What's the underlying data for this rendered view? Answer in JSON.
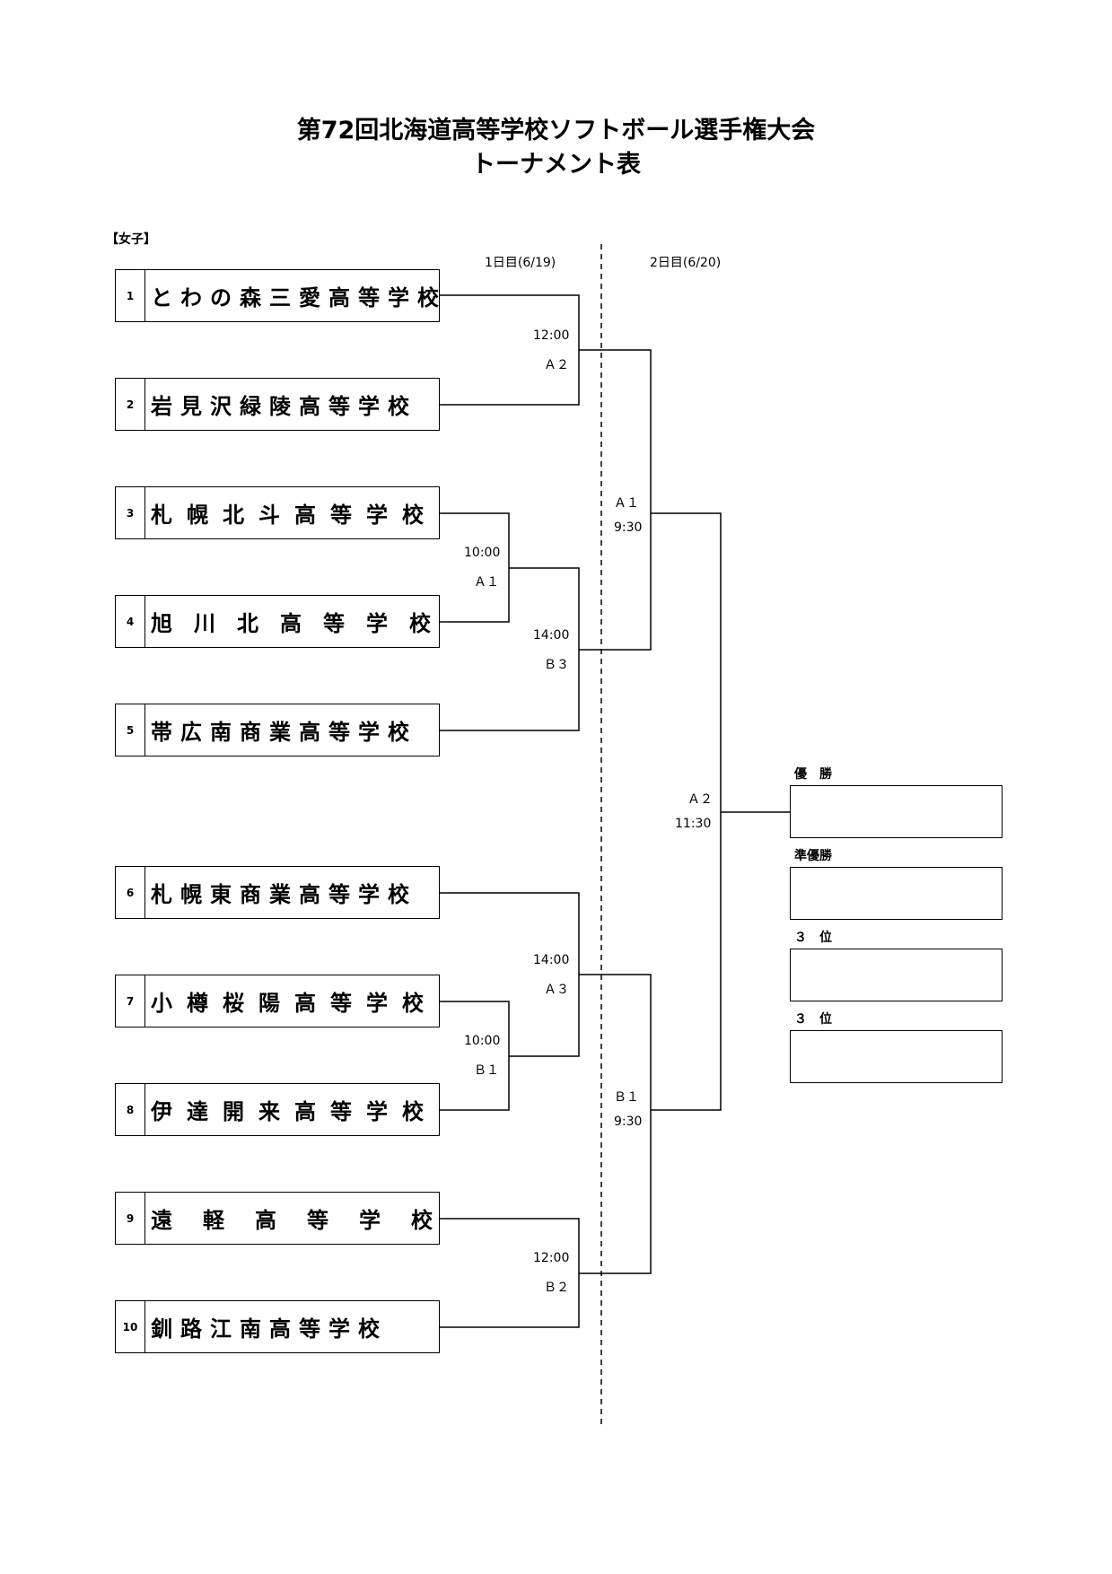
{
  "title": {
    "line1": "第72回北海道高等学校ソフトボール選手権大会",
    "line2": "トーナメント表"
  },
  "section_label": "【女子】",
  "days": {
    "day1": "1日目(6/19)",
    "day2": "2日目(6/20)"
  },
  "teams": [
    {
      "num": "1",
      "name": "とわの森三愛高等学校"
    },
    {
      "num": "2",
      "name": "岩見沢緑陵高等学校"
    },
    {
      "num": "3",
      "name": "札幌北斗高等学校"
    },
    {
      "num": "4",
      "name": "旭川北高等学校"
    },
    {
      "num": "5",
      "name": "帯広南商業高等学校"
    },
    {
      "num": "6",
      "name": "札幌東商業高等学校"
    },
    {
      "num": "7",
      "name": "小樽桜陽高等学校"
    },
    {
      "num": "8",
      "name": "伊達開来高等学校"
    },
    {
      "num": "9",
      "name": "遠軽高等学校"
    },
    {
      "num": "10",
      "name": "釧路江南高等学校"
    }
  ],
  "matches": {
    "m_1_2": {
      "time": "12:00",
      "court": "Ａ２"
    },
    "m_3_4": {
      "time": "10:00",
      "court": "Ａ１"
    },
    "m_34_5": {
      "time": "14:00",
      "court": "Ｂ３"
    },
    "m_7_8": {
      "time": "10:00",
      "court": "Ｂ１"
    },
    "m_6_78": {
      "time": "14:00",
      "court": "Ａ３"
    },
    "m_9_10": {
      "time": "12:00",
      "court": "Ｂ２"
    },
    "semi_top": {
      "court": "Ａ１",
      "time": "9:30"
    },
    "semi_bottom": {
      "court": "Ｂ１",
      "time": "9:30"
    },
    "final": {
      "court": "Ａ２",
      "time": "11:30"
    }
  },
  "results": {
    "champion": "優　勝",
    "runner_up": "準優勝",
    "third_a": "３　位",
    "third_b": "３　位"
  }
}
